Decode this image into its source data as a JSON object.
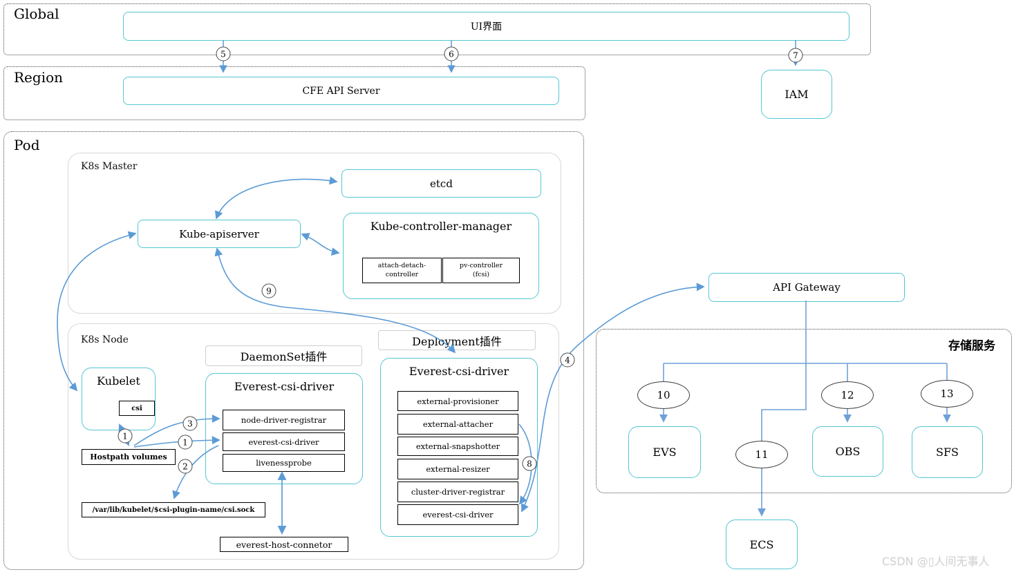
{
  "colors": {
    "teal_border": "#55c6d3",
    "arrow_blue": "#5b9bd5",
    "tree_line_blue": "#6fa0d8",
    "panel_border_grey": "#d7d7d7",
    "watermark_grey": "#d2d2d2"
  },
  "global": {
    "label": "Global",
    "ui": "UI界面"
  },
  "region": {
    "label": "Region",
    "cfe": "CFE API Server"
  },
  "iam": "IAM",
  "pod": {
    "label": "Pod"
  },
  "master": {
    "label": "K8s Master",
    "etcd": "etcd",
    "apiserver": "Kube-apiserver",
    "kcm": {
      "title": "Kube-controller-manager",
      "c1l1": "attach-detach-",
      "c1l2": "controller",
      "c2l1": "pv-controller",
      "c2l2": "(fcsi)"
    }
  },
  "node": {
    "label": "K8s Node",
    "kubelet": "Kubelet",
    "csi": "csi",
    "daemonset_label": "DaemonSet插件",
    "ds": {
      "title": "Everest-csi-driver",
      "items": [
        "node-driver-registrar",
        "everest-csi-driver",
        "livenessprobe"
      ]
    },
    "hostpath": "Hostpath volumes",
    "sock_path": "/var/lib/kubelet/$csi-plugin-name/csi.sock",
    "connector": "everest-host-connetor",
    "deployment_label": "Deployment插件",
    "dp": {
      "title": "Everest-csi-driver",
      "items": [
        "external-provisioner",
        "external-attacher",
        "external-snapshotter",
        "external-resizer",
        "cluster-driver-registrar",
        "everest-csi-driver"
      ]
    }
  },
  "gateway": "API Gateway",
  "storage": {
    "label": "存储服务",
    "evs": "EVS",
    "obs": "OBS",
    "sfs": "SFS"
  },
  "ecs": "ECS",
  "steps": {
    "n1": "1",
    "n2": "2",
    "n3": "3",
    "n4": "4",
    "n5": "5",
    "n6": "6",
    "n7": "7",
    "n8": "8",
    "n9": "9",
    "n10": "10",
    "n11": "11",
    "n12": "12",
    "n13": "13"
  },
  "watermark": "CSDN @▯人间无事人"
}
